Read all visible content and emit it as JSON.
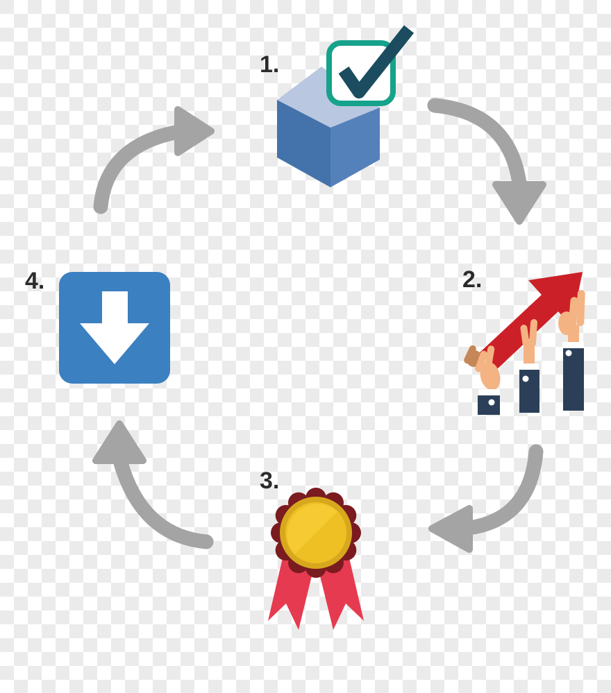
{
  "diagram": {
    "type": "cycle",
    "description": "Four-step circular process diagram on a transparency checkerboard, steps connected clockwise by curved gray arrows",
    "steps": [
      {
        "label": "1.",
        "position": "top",
        "icon": "checked-cube-icon",
        "meaning": "cube with checked checkbox"
      },
      {
        "label": "2.",
        "position": "right",
        "icon": "growth-arrow-hands-icon",
        "meaning": "hands raising a rising red arrow over bar chart sleeves"
      },
      {
        "label": "3.",
        "position": "bottom",
        "icon": "award-medal-ribbon-icon",
        "meaning": "gold rosette medal with red ribbons"
      },
      {
        "label": "4.",
        "position": "left",
        "icon": "download-arrow-icon",
        "meaning": "white down arrow in blue rounded square"
      }
    ],
    "connectors": [
      {
        "name": "cycle-arrow-left-to-top",
        "points": "up then right"
      },
      {
        "name": "cycle-arrow-top-to-right",
        "points": "right then down"
      },
      {
        "name": "cycle-arrow-right-to-bottom",
        "points": "down then left"
      },
      {
        "name": "cycle-arrow-bottom-to-left",
        "points": "left then up"
      }
    ]
  },
  "colors": {
    "bg": "#ffffff",
    "checker": "#ebebeb",
    "label": "#2b2b2b",
    "arrow_gray": "#a4a4a4",
    "cube_top": "#b9c7e0",
    "cube_left": "#4472aa",
    "cube_right": "#5581bb",
    "checkbox_border": "#16a28b",
    "checkbox_fill": "#ffffff",
    "check_mark": "#1b4c5f",
    "growth_red": "#cc2028",
    "skin": "#f4b383",
    "skin_dark": "#c58757",
    "navy": "#2b4058",
    "cuff_white": "#ffffff",
    "medal_maroon": "#7a1b20",
    "medal_gold_ring": "#d7a81d",
    "medal_gold": "#efc024",
    "medal_gold_light": "#f6ca32",
    "ribbon_red": "#e63a50",
    "download_blue": "#3b80c0",
    "download_arrow": "#ffffff"
  }
}
